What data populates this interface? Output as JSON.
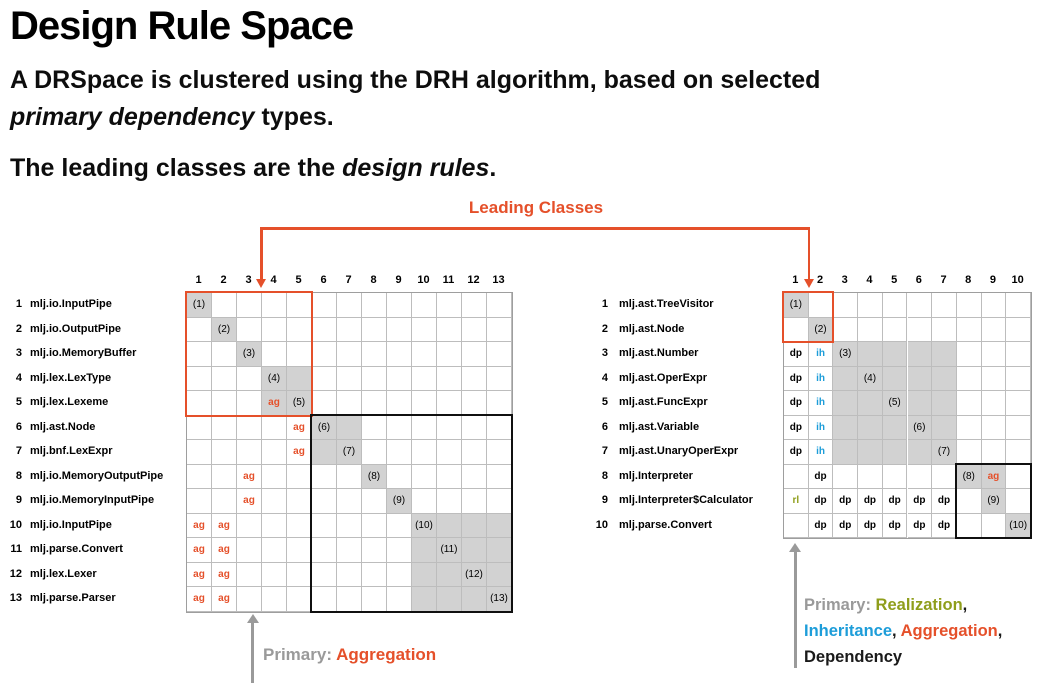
{
  "title": "Design Rule Space",
  "intro": {
    "line1": "A DRSpace is clustered using the DRH algorithm, based on selected",
    "line2_italic": "primary dependency",
    "line2_rest": " types."
  },
  "statement": {
    "normal": "The leading classes are the ",
    "italic": "design rules",
    "rest": "."
  },
  "leading_classes_label": "Leading Classes",
  "colors": {
    "accent_orange": "#e5502a",
    "inheritance_blue": "#1d9dd9",
    "realization_green": "#8f9e1b",
    "annotation_gray": "#9a9a9a",
    "cell_gray": "#d2d2d2"
  },
  "left_matrix": {
    "col_headers": [
      "1",
      "2",
      "3",
      "4",
      "5",
      "6",
      "7",
      "8",
      "9",
      "10",
      "11",
      "12",
      "13"
    ],
    "rows": [
      {
        "num": "1",
        "label": "mlj.io.InputPipe"
      },
      {
        "num": "2",
        "label": "mlj.io.OutputPipe"
      },
      {
        "num": "3",
        "label": "mlj.io.MemoryBuffer"
      },
      {
        "num": "4",
        "label": "mlj.lex.LexType"
      },
      {
        "num": "5",
        "label": "mlj.lex.Lexeme"
      },
      {
        "num": "6",
        "label": "mlj.ast.Node"
      },
      {
        "num": "7",
        "label": "mlj.bnf.LexExpr"
      },
      {
        "num": "8",
        "label": "mlj.io.MemoryOutputPipe"
      },
      {
        "num": "9",
        "label": "mlj.io.MemoryInputPipe"
      },
      {
        "num": "10",
        "label": "mlj.io.InputPipe"
      },
      {
        "num": "11",
        "label": "mlj.parse.Convert"
      },
      {
        "num": "12",
        "label": "mlj.lex.Lexer"
      },
      {
        "num": "13",
        "label": "mlj.parse.Parser"
      }
    ],
    "cells": [
      {
        "r": 1,
        "c": 1,
        "t": "(1)",
        "k": "num"
      },
      {
        "r": 2,
        "c": 2,
        "t": "(2)",
        "k": "num"
      },
      {
        "r": 3,
        "c": 3,
        "t": "(3)",
        "k": "num"
      },
      {
        "r": 4,
        "c": 4,
        "t": "(4)",
        "k": "num"
      },
      {
        "r": 5,
        "c": 4,
        "t": "ag",
        "k": "ag"
      },
      {
        "r": 5,
        "c": 5,
        "t": "(5)",
        "k": "num"
      },
      {
        "r": 6,
        "c": 5,
        "t": "ag",
        "k": "ag"
      },
      {
        "r": 6,
        "c": 6,
        "t": "(6)",
        "k": "num"
      },
      {
        "r": 7,
        "c": 5,
        "t": "ag",
        "k": "ag"
      },
      {
        "r": 7,
        "c": 7,
        "t": "(7)",
        "k": "num"
      },
      {
        "r": 8,
        "c": 3,
        "t": "ag",
        "k": "ag"
      },
      {
        "r": 8,
        "c": 8,
        "t": "(8)",
        "k": "num"
      },
      {
        "r": 9,
        "c": 3,
        "t": "ag",
        "k": "ag"
      },
      {
        "r": 9,
        "c": 9,
        "t": "(9)",
        "k": "num"
      },
      {
        "r": 10,
        "c": 1,
        "t": "ag",
        "k": "ag"
      },
      {
        "r": 10,
        "c": 2,
        "t": "ag",
        "k": "ag"
      },
      {
        "r": 10,
        "c": 10,
        "t": "(10)",
        "k": "num"
      },
      {
        "r": 11,
        "c": 1,
        "t": "ag",
        "k": "ag"
      },
      {
        "r": 11,
        "c": 2,
        "t": "ag",
        "k": "ag"
      },
      {
        "r": 11,
        "c": 11,
        "t": "(11)",
        "k": "num"
      },
      {
        "r": 12,
        "c": 1,
        "t": "ag",
        "k": "ag"
      },
      {
        "r": 12,
        "c": 2,
        "t": "ag",
        "k": "ag"
      },
      {
        "r": 12,
        "c": 12,
        "t": "(12)",
        "k": "num"
      },
      {
        "r": 13,
        "c": 1,
        "t": "ag",
        "k": "ag"
      },
      {
        "r": 13,
        "c": 2,
        "t": "ag",
        "k": "ag"
      },
      {
        "r": 13,
        "c": 13,
        "t": "(13)",
        "k": "num"
      }
    ],
    "gray_blocks": [
      [
        1,
        1,
        1,
        1
      ],
      [
        2,
        2,
        2,
        2
      ],
      [
        3,
        3,
        3,
        3
      ],
      [
        4,
        4,
        5,
        5
      ],
      [
        6,
        6,
        7,
        7
      ],
      [
        8,
        8,
        8,
        8
      ],
      [
        9,
        9,
        9,
        9
      ],
      [
        10,
        10,
        13,
        13
      ]
    ],
    "red_box": [
      1,
      1,
      5,
      5
    ],
    "black_box": [
      6,
      6,
      13,
      13
    ]
  },
  "right_matrix": {
    "col_headers": [
      "1",
      "2",
      "3",
      "4",
      "5",
      "6",
      "7",
      "8",
      "9",
      "10"
    ],
    "rows": [
      {
        "num": "1",
        "label": "mlj.ast.TreeVisitor"
      },
      {
        "num": "2",
        "label": "mlj.ast.Node"
      },
      {
        "num": "3",
        "label": "mlj.ast.Number"
      },
      {
        "num": "4",
        "label": "mlj.ast.OperExpr"
      },
      {
        "num": "5",
        "label": "mlj.ast.FuncExpr"
      },
      {
        "num": "6",
        "label": "mlj.ast.Variable"
      },
      {
        "num": "7",
        "label": "mlj.ast.UnaryOperExpr"
      },
      {
        "num": "8",
        "label": "mlj.Interpreter"
      },
      {
        "num": "9",
        "label": "mlj.Interpreter$Calculator"
      },
      {
        "num": "10",
        "label": "mlj.parse.Convert"
      }
    ],
    "cells": [
      {
        "r": 1,
        "c": 1,
        "t": "(1)",
        "k": "num"
      },
      {
        "r": 2,
        "c": 2,
        "t": "(2)",
        "k": "num"
      },
      {
        "r": 3,
        "c": 1,
        "t": "dp",
        "k": "dp"
      },
      {
        "r": 3,
        "c": 2,
        "t": "ih",
        "k": "ih"
      },
      {
        "r": 3,
        "c": 3,
        "t": "(3)",
        "k": "num"
      },
      {
        "r": 4,
        "c": 1,
        "t": "dp",
        "k": "dp"
      },
      {
        "r": 4,
        "c": 2,
        "t": "ih",
        "k": "ih"
      },
      {
        "r": 4,
        "c": 4,
        "t": "(4)",
        "k": "num"
      },
      {
        "r": 5,
        "c": 1,
        "t": "dp",
        "k": "dp"
      },
      {
        "r": 5,
        "c": 2,
        "t": "ih",
        "k": "ih"
      },
      {
        "r": 5,
        "c": 5,
        "t": "(5)",
        "k": "num"
      },
      {
        "r": 6,
        "c": 1,
        "t": "dp",
        "k": "dp"
      },
      {
        "r": 6,
        "c": 2,
        "t": "ih",
        "k": "ih"
      },
      {
        "r": 6,
        "c": 6,
        "t": "(6)",
        "k": "num"
      },
      {
        "r": 7,
        "c": 1,
        "t": "dp",
        "k": "dp"
      },
      {
        "r": 7,
        "c": 2,
        "t": "ih",
        "k": "ih"
      },
      {
        "r": 7,
        "c": 7,
        "t": "(7)",
        "k": "num"
      },
      {
        "r": 8,
        "c": 2,
        "t": "dp",
        "k": "dp"
      },
      {
        "r": 8,
        "c": 8,
        "t": "(8)",
        "k": "num"
      },
      {
        "r": 8,
        "c": 9,
        "t": "ag",
        "k": "ag"
      },
      {
        "r": 9,
        "c": 1,
        "t": "rl",
        "k": "rl"
      },
      {
        "r": 9,
        "c": 2,
        "t": "dp",
        "k": "dp"
      },
      {
        "r": 9,
        "c": 3,
        "t": "dp",
        "k": "dp"
      },
      {
        "r": 9,
        "c": 4,
        "t": "dp",
        "k": "dp"
      },
      {
        "r": 9,
        "c": 5,
        "t": "dp",
        "k": "dp"
      },
      {
        "r": 9,
        "c": 6,
        "t": "dp",
        "k": "dp"
      },
      {
        "r": 9,
        "c": 7,
        "t": "dp",
        "k": "dp"
      },
      {
        "r": 9,
        "c": 9,
        "t": "(9)",
        "k": "num"
      },
      {
        "r": 10,
        "c": 2,
        "t": "dp",
        "k": "dp"
      },
      {
        "r": 10,
        "c": 3,
        "t": "dp",
        "k": "dp"
      },
      {
        "r": 10,
        "c": 4,
        "t": "dp",
        "k": "dp"
      },
      {
        "r": 10,
        "c": 5,
        "t": "dp",
        "k": "dp"
      },
      {
        "r": 10,
        "c": 6,
        "t": "dp",
        "k": "dp"
      },
      {
        "r": 10,
        "c": 7,
        "t": "dp",
        "k": "dp"
      },
      {
        "r": 10,
        "c": 10,
        "t": "(10)",
        "k": "num"
      }
    ],
    "gray_blocks": [
      [
        1,
        1,
        1,
        1
      ],
      [
        2,
        2,
        2,
        2
      ],
      [
        3,
        3,
        7,
        7
      ],
      [
        8,
        8,
        8,
        9
      ],
      [
        9,
        9,
        9,
        9
      ],
      [
        10,
        10,
        10,
        10
      ]
    ],
    "red_box": [
      1,
      1,
      2,
      2
    ],
    "black_box": [
      8,
      8,
      10,
      10
    ]
  },
  "left_caption": {
    "lines": [
      [
        {
          "text": "Primary: ",
          "color": "gray"
        },
        {
          "text": "Aggregation",
          "color": "orange"
        }
      ]
    ]
  },
  "right_caption": {
    "lines": [
      [
        {
          "text": "Primary: ",
          "color": "gray"
        },
        {
          "text": "Realization",
          "color": "green"
        },
        {
          "text": ",",
          "color": "black"
        }
      ],
      [
        {
          "text": "Inheritance",
          "color": "blue"
        },
        {
          "text": ", ",
          "color": "black"
        },
        {
          "text": "Aggregation",
          "color": "orange"
        },
        {
          "text": ",",
          "color": "black"
        }
      ],
      [
        {
          "text": "Dependency",
          "color": "black"
        }
      ]
    ]
  }
}
